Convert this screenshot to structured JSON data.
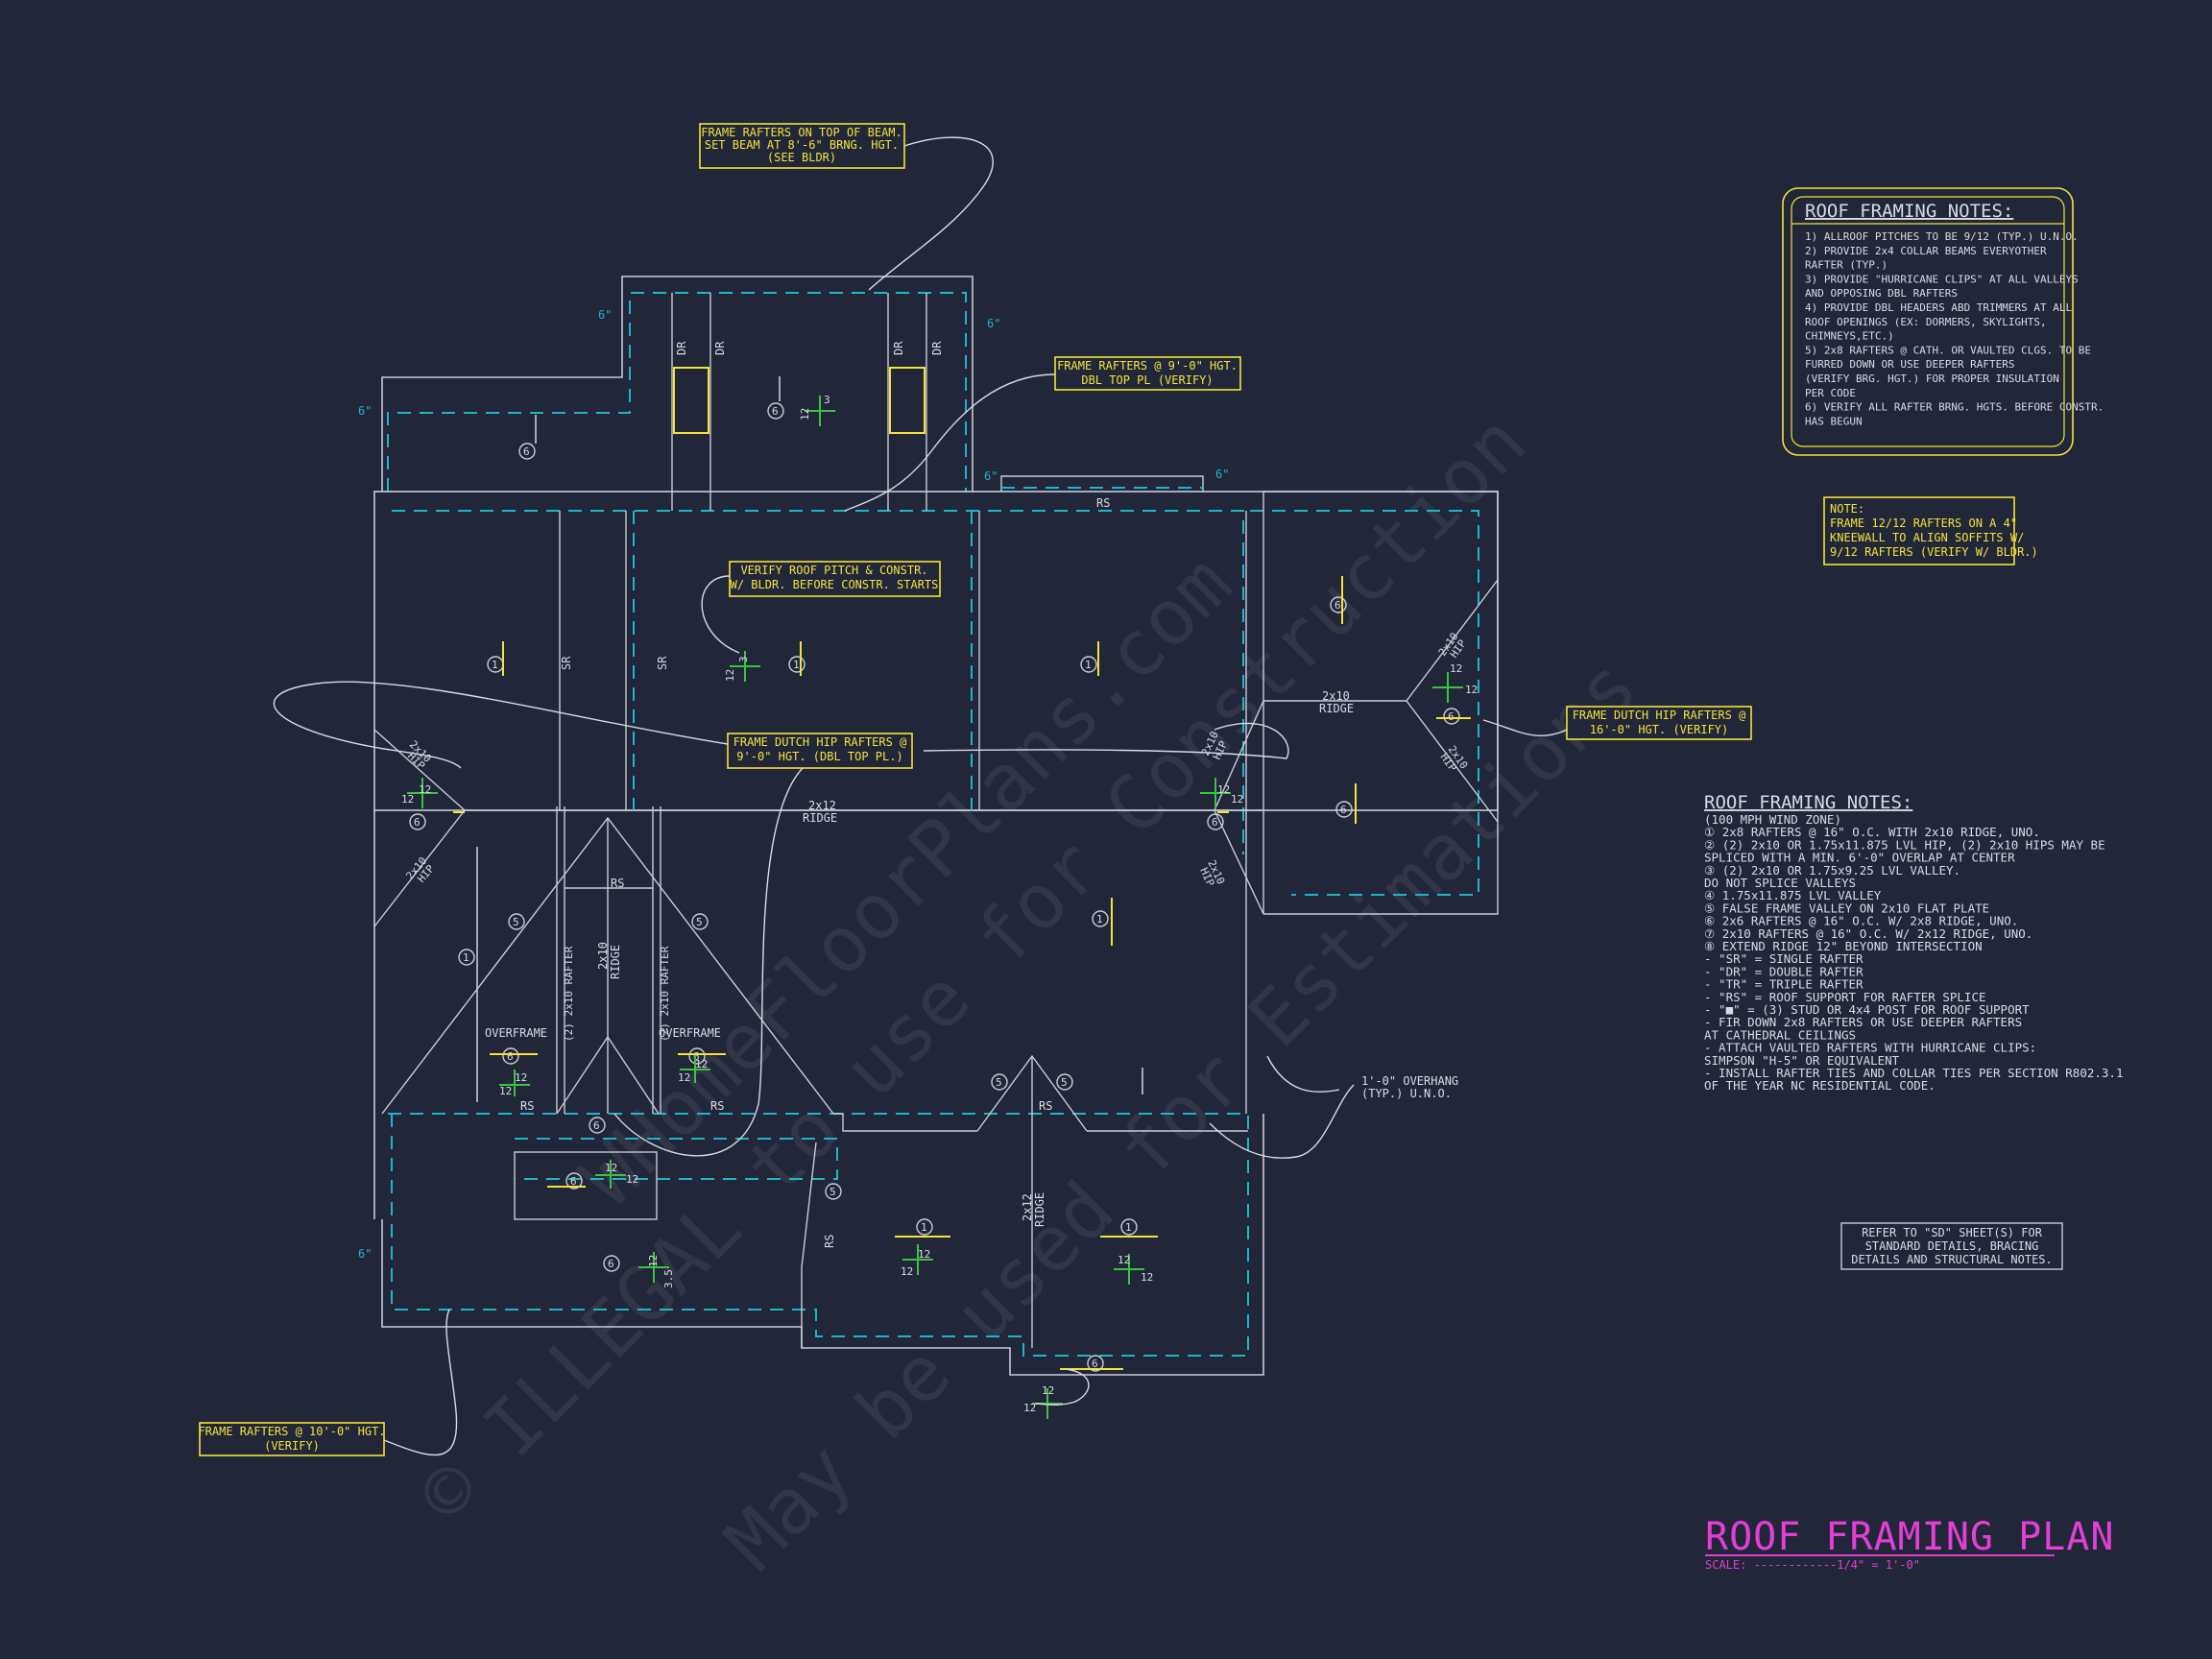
{
  "watermark": {
    "line1": "© ILLEGAL to use for Construction",
    "line2": "May be used for Estimations",
    "brand": "WHomeFloorPlans.com"
  },
  "title": {
    "text": "ROOF FRAMING PLAN",
    "scale": "SCALE: ------------1/4\" = 1'-0\""
  },
  "notes_box": {
    "heading": "ROOF FRAMING NOTES:",
    "lines": [
      "1) ALLROOF PITCHES TO BE 9/12 (TYP.) U.N.O.",
      "2) PROVIDE 2x4 COLLAR BEAMS EVERYOTHER",
      "   RAFTER (TYP.)",
      "3) PROVIDE \"HURRICANE CLIPS\" AT ALL VALLEYS",
      "   AND OPPOSING DBL RAFTERS",
      "4) PROVIDE DBL HEADERS ABD TRIMMERS AT ALL",
      "   ROOF OPENINGS (EX: DORMERS, SKYLIGHTS,",
      "   CHIMNEYS,ETC.)",
      "5) 2x8 RAFTERS @ CATH. OR VAULTED CLGS. TO BE",
      "   FURRED DOWN OR USE DEEPER RAFTERS",
      "   (VERIFY BRG. HGT.) FOR PROPER INSULATION",
      "   PER CODE",
      "6) VERIFY ALL RAFTER BRNG. HGTS. BEFORE CONSTR.",
      "   HAS BEGUN"
    ]
  },
  "note_kneewall": [
    "NOTE:",
    "FRAME 12/12 RAFTERS ON A 4\"",
    "KNEEWALL TO ALIGN SOFFITS W/",
    "9/12 RAFTERS (VERIFY W/ BLDR.)"
  ],
  "legend": {
    "heading": "ROOF FRAMING NOTES:",
    "lines": [
      "(100 MPH WIND ZONE)",
      "① 2x8 RAFTERS @ 16\" O.C. WITH 2x10 RIDGE, UNO.",
      "② (2) 2x10 OR 1.75x11.875 LVL HIP, (2) 2x10 HIPS MAY BE",
      "   SPLICED WITH A MIN. 6'-0\" OVERLAP AT CENTER",
      "③ (2) 2x10 OR 1.75x9.25 LVL VALLEY.",
      "   DO NOT SPLICE VALLEYS",
      "④ 1.75x11.875 LVL VALLEY",
      "⑤ FALSE FRAME VALLEY ON 2x10 FLAT PLATE",
      "⑥ 2x6 RAFTERS @ 16\" O.C. W/ 2x8 RIDGE, UNO.",
      "⑦ 2x10 RAFTERS @ 16\" O.C. W/ 2x12 RIDGE, UNO.",
      "⑧ EXTEND RIDGE 12\" BEYOND INTERSECTION",
      "- \"SR\" = SINGLE RAFTER",
      "- \"DR\" = DOUBLE RAFTER",
      "- \"TR\" = TRIPLE RAFTER",
      "- \"RS\" = ROOF SUPPORT FOR RAFTER SPLICE",
      "- \"■\" = (3) STUD OR 4x4 POST FOR ROOF SUPPORT",
      "- FIR DOWN 2x8 RAFTERS OR USE DEEPER RAFTERS",
      "  AT CATHEDRAL CEILINGS",
      "- ATTACH VAULTED RAFTERS WITH HURRICANE CLIPS:",
      "  SIMPSON \"H-5\" OR EQUIVALENT",
      "- INSTALL RAFTER TIES AND COLLAR TIES PER SECTION R802.3.1",
      "  OF THE YEAR NC RESIDENTIAL CODE."
    ]
  },
  "refer_note": [
    "REFER TO \"SD\" SHEET(S) FOR",
    "STANDARD DETAILS, BRACING",
    "DETAILS AND STRUCTURAL NOTES."
  ],
  "callouts": {
    "beam": [
      "FRAME RAFTERS ON TOP OF BEAM.",
      "SET BEAM AT 8'-6\" BRNG. HGT.",
      "(SEE BLDR)"
    ],
    "dbl_top": [
      "FRAME RAFTERS @ 9'-0\" HGT.",
      "DBL TOP PL (VERIFY)"
    ],
    "verify_pitch": [
      "VERIFY ROOF PITCH & CONSTR.",
      "W/ BLDR. BEFORE CONSTR. STARTS"
    ],
    "dutch_9": [
      "FRAME DUTCH HIP RAFTERS @",
      "9'-0\" HGT. (DBL TOP PL.)"
    ],
    "dutch_16": [
      "FRAME DUTCH HIP RAFTERS @",
      "16'-0\" HGT. (VERIFY)"
    ],
    "rafters_10": [
      "FRAME RAFTERS @ 10'-0\" HGT.",
      "(VERIFY)"
    ],
    "overhang": [
      "1'-0\" OVERHANG",
      "(TYP.) U.N.O."
    ]
  },
  "labels": {
    "dr": "DR",
    "sr": "SR",
    "rs": "RS",
    "ridge": "RIDGE",
    "hip": "HIP",
    "x2x10": "2x10",
    "x2x12": "2x12",
    "overframe": "OVERFRAME",
    "rafter_2x10": "(2) 2x10 RAFTER",
    "six_in": "6\"",
    "twelve": "12",
    "three": "3",
    "three_5": "3.5",
    "n1": "1",
    "n5": "5",
    "n6": "6"
  },
  "colors": {
    "background": "#222639",
    "lines": "#c9ccd6",
    "cyan": "#1fb5c9",
    "yellow": "#f2e33a",
    "magenta": "#e33fd6"
  }
}
